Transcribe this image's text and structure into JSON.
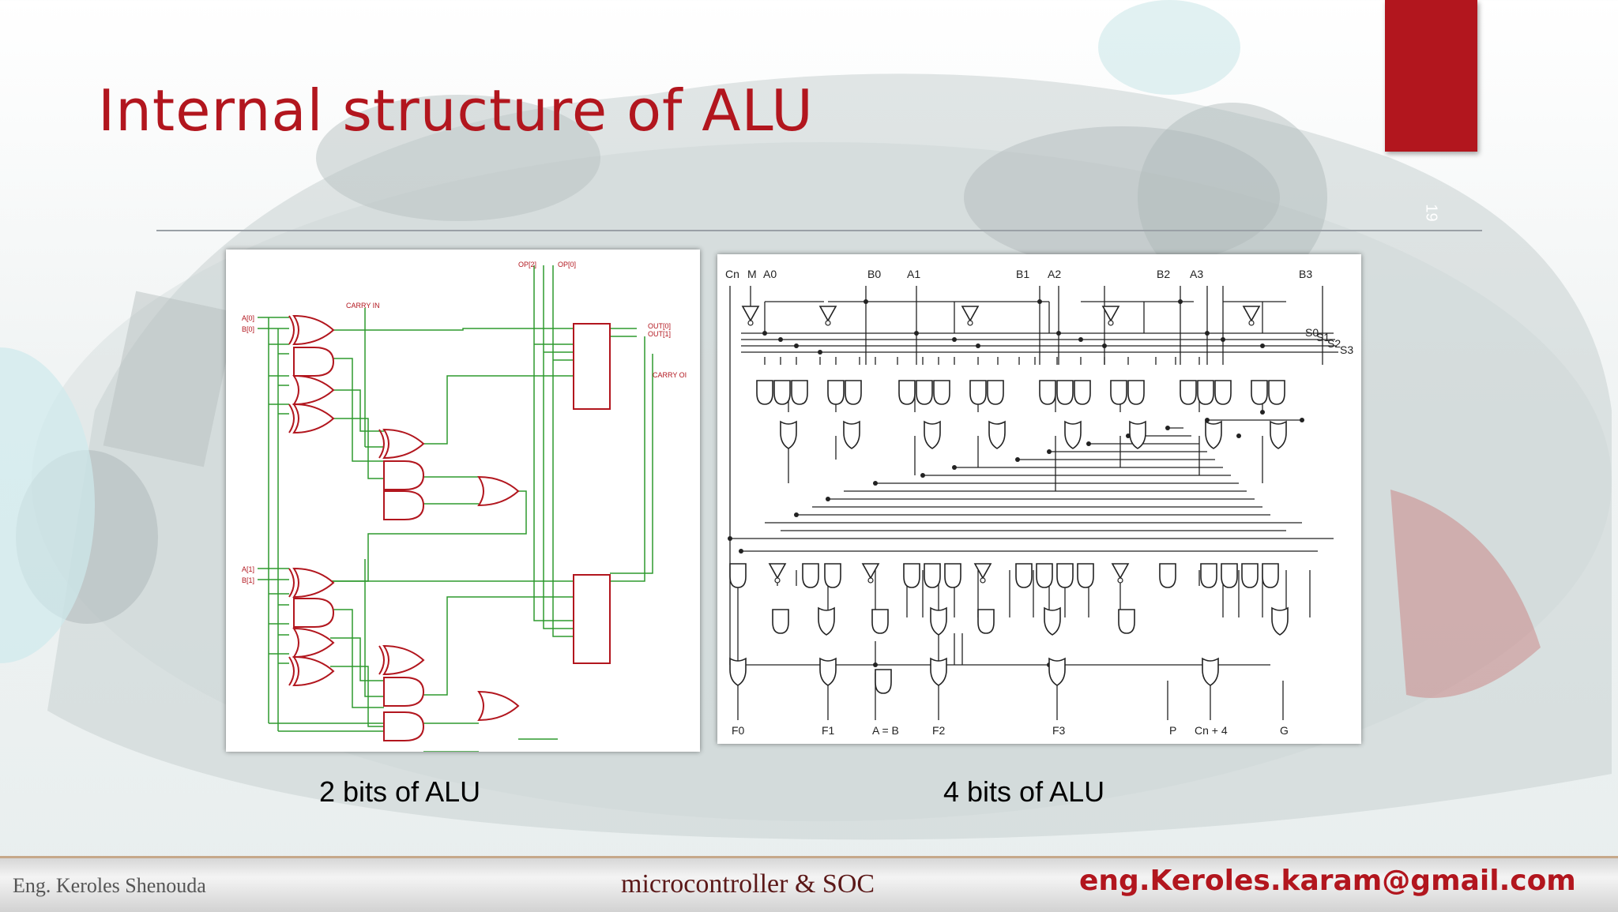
{
  "slide": {
    "title": "Internal structure of ALU",
    "slide_number": "19",
    "accent_color": "#b2161e"
  },
  "figures": [
    {
      "caption": "2 bits of ALU",
      "circuit_color": "#b2161e",
      "wire_color": "#2e9a2e"
    },
    {
      "caption": "4 bits of ALU",
      "circuit_color": "#222222"
    }
  ],
  "diagram_2bit_labels": {
    "a0": "A[0]",
    "b0": "B[0]",
    "a1": "A[1]",
    "b1": "B[1]",
    "carry_in": "CARRY IN",
    "op2": "OP[2]",
    "op0": "OP[0]",
    "out0": "OUT[0]",
    "out1": "OUT[1]",
    "carry_out": "CARRY OI"
  },
  "diagram_4bit_labels": {
    "top": [
      "Cn",
      "M",
      "A0",
      "B0",
      "A1",
      "B1",
      "A2",
      "B2",
      "A3",
      "B3"
    ],
    "select": [
      "S0",
      "S1",
      "S2",
      "S3"
    ],
    "bottom": [
      "F0",
      "F1",
      "A = B",
      "F2",
      "F3",
      "P",
      "Cn + 4",
      "G"
    ]
  },
  "footer": {
    "author": "Eng. Keroles Shenouda",
    "course": "microcontroller & SOC",
    "email": "eng.Keroles.karam@gmail.com"
  }
}
